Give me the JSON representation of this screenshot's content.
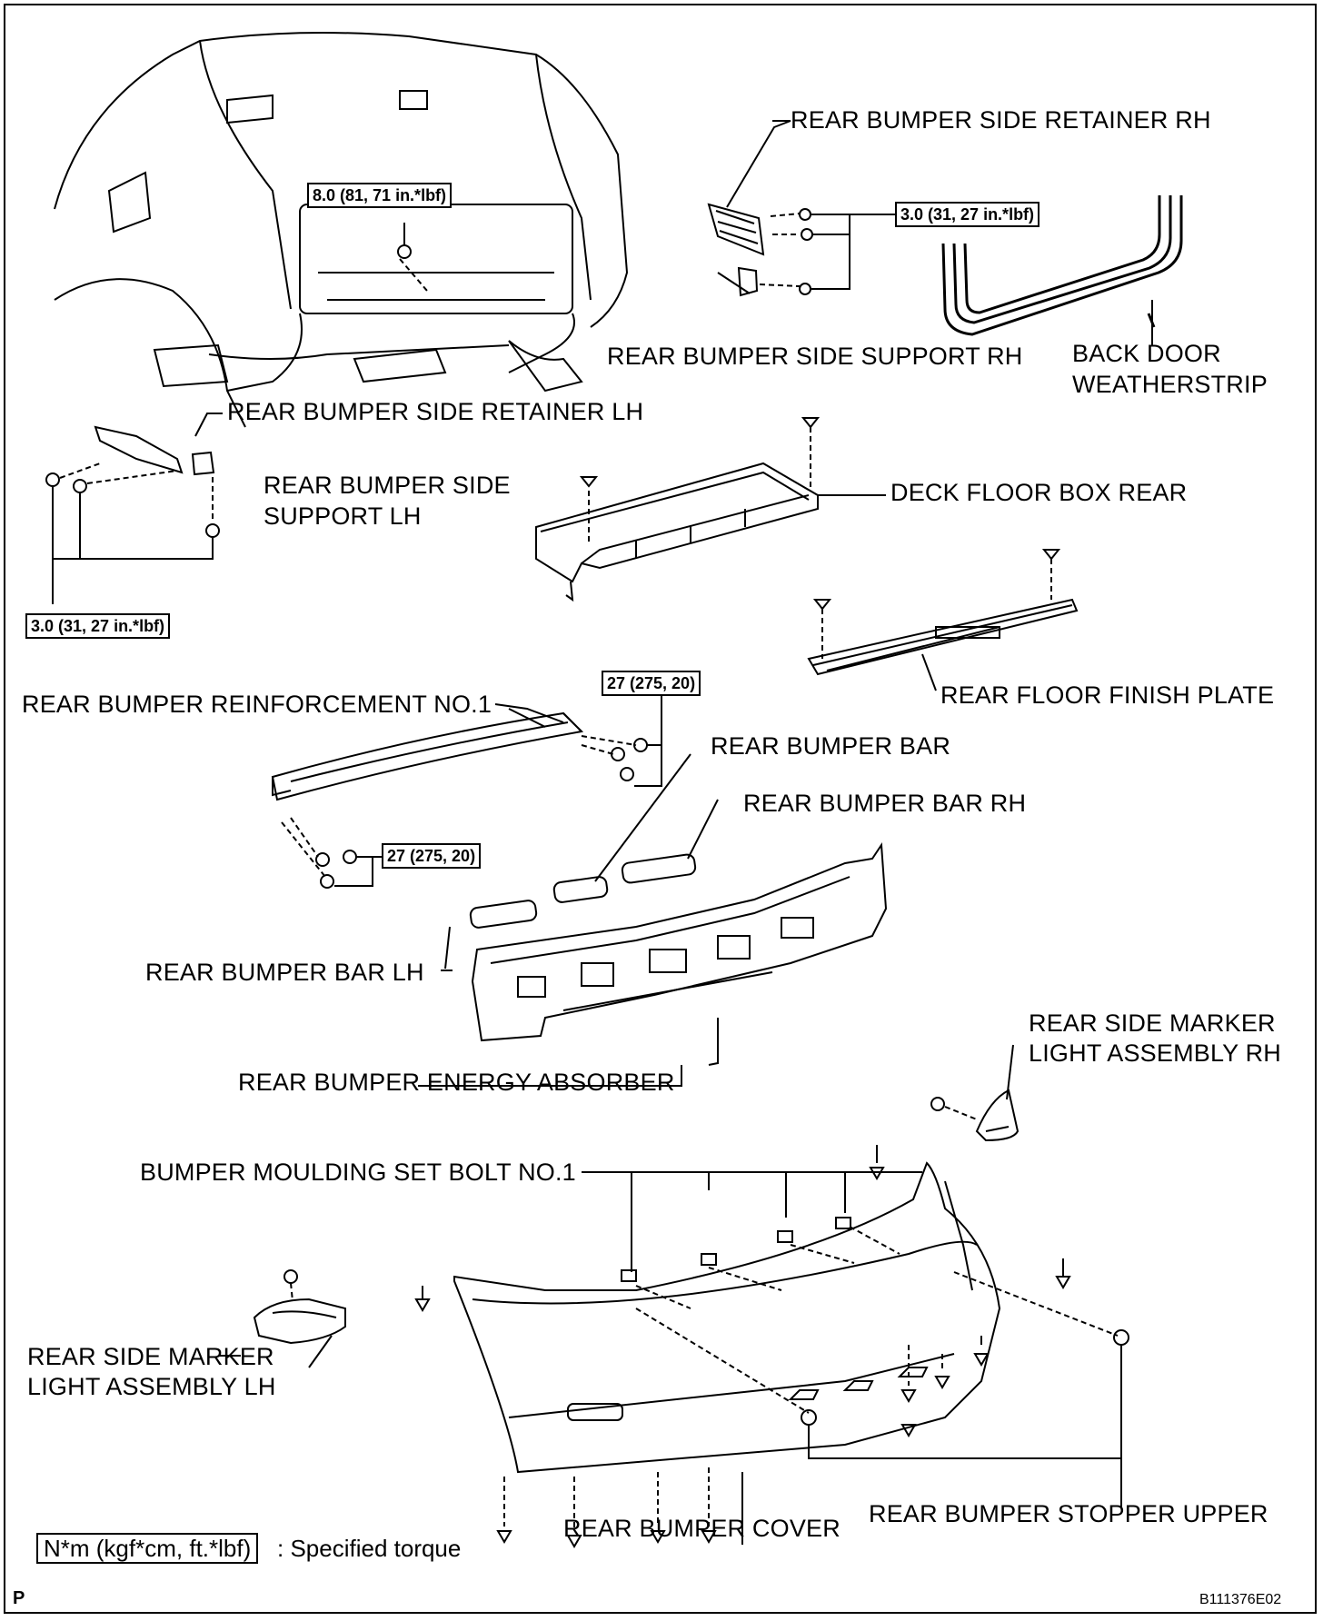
{
  "parts": {
    "side_retainer_rh": "REAR BUMPER SIDE RETAINER RH",
    "side_support_rh": "REAR BUMPER SIDE SUPPORT RH",
    "back_door_weatherstrip": [
      "BACK DOOR",
      "WEATHERSTRIP"
    ],
    "side_retainer_lh": "REAR BUMPER SIDE RETAINER LH",
    "side_support_lh": [
      "REAR BUMPER SIDE",
      "SUPPORT LH"
    ],
    "deck_floor_box_rear": "DECK FLOOR BOX REAR",
    "rear_floor_finish_plate": "REAR FLOOR FINISH PLATE",
    "reinforcement": "REAR BUMPER REINFORCEMENT NO.1",
    "bumper_bar": "REAR  BUMPER BAR",
    "bumper_bar_rh": "REAR BUMPER BAR RH",
    "bumper_bar_lh": "REAR BUMPER BAR LH",
    "energy_absorber": "REAR BUMPER ENERGY ABSORBER",
    "side_marker_rh": [
      "REAR SIDE MARKER",
      "LIGHT ASSEMBLY RH"
    ],
    "moulding_set_bolt": "BUMPER MOULDING SET BOLT NO.1",
    "side_marker_lh": [
      "REAR SIDE MARKER",
      "LIGHT ASSEMBLY LH"
    ],
    "stopper_upper": "REAR BUMPER STOPPER UPPER",
    "bumper_cover": "REAR BUMPER COVER"
  },
  "torques": {
    "deck": "8.0 (81, 71 in.*lbf)",
    "retainer_rh": "3.0 (31, 27 in.*lbf)",
    "retainer_lh": "3.0 (31, 27 in.*lbf)",
    "reinf_upper": "27 (275, 20)",
    "reinf_lower": "27 (275, 20)"
  },
  "legend": {
    "box": "N*m (kgf*cm, ft.*lbf)",
    "text": ": Specified torque"
  },
  "corner_mark": "P",
  "figure_code": "B111376E02"
}
